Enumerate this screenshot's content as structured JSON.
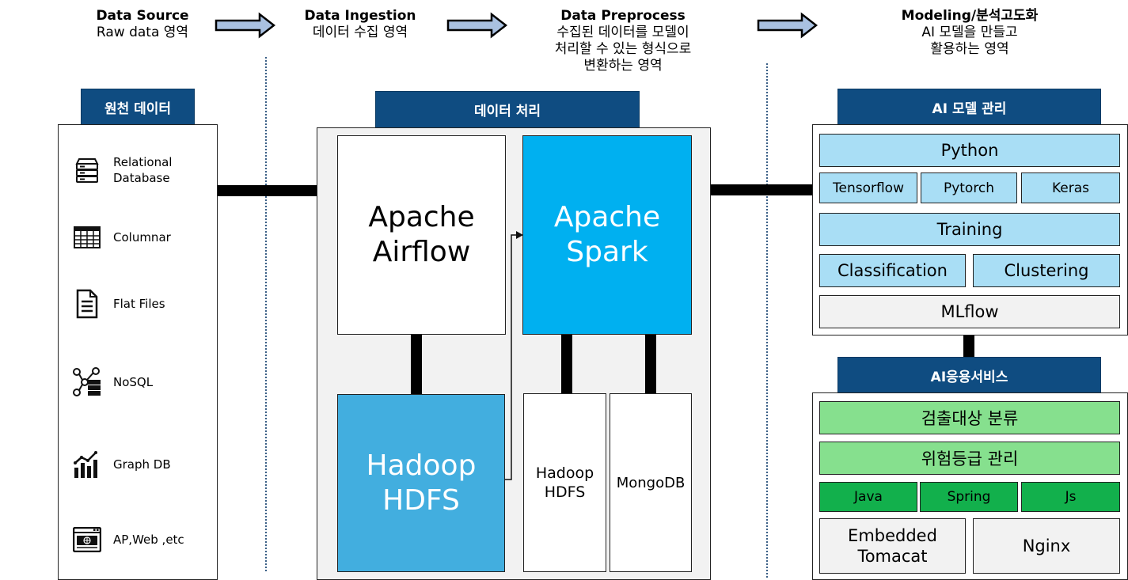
{
  "stages": [
    {
      "title": "Data Source",
      "desc": "Raw data 영역"
    },
    {
      "title": "Data Ingestion",
      "desc": "데이터 수집 영역"
    },
    {
      "title": "Data Preprocess",
      "desc_lines": [
        "수집된 데이터를 모델이",
        "처리할 수 있는 형식으로",
        "변환하는 영역"
      ]
    },
    {
      "title": "Modeling/분석고도화",
      "desc_lines": [
        "AI 모델을 만들고",
        "활용하는 영역"
      ]
    }
  ],
  "source": {
    "tab": "원천 데이터",
    "items": [
      {
        "label": "Relational Database",
        "icon": "database-server-icon"
      },
      {
        "label": "Columnar",
        "icon": "table-grid-icon"
      },
      {
        "label": "Flat Files",
        "icon": "document-icon"
      },
      {
        "label": "NoSQL",
        "icon": "network-database-icon"
      },
      {
        "label": "Graph DB",
        "icon": "bar-chart-icon"
      },
      {
        "label": "AP,Web ,etc",
        "icon": "web-window-icon"
      }
    ]
  },
  "processing": {
    "tab": "데이터 처리",
    "airflow": "Apache Airflow",
    "spark": "Apache Spark",
    "hdfs_main": "Hadoop HDFS",
    "hdfs_small": "Hadoop HDFS",
    "mongodb": "MongoDB"
  },
  "model_mgmt": {
    "tab": "AI 모델 관리",
    "python": "Python",
    "frameworks": [
      "Tensorflow",
      "Pytorch",
      "Keras"
    ],
    "training": "Training",
    "classification": "Classification",
    "clustering": "Clustering",
    "mlflow": "MLflow"
  },
  "service": {
    "tab": "AI응용서비스",
    "detect": "검출대상 분류",
    "risk": "위험등급 관리",
    "stack": [
      "Java",
      "Spring",
      "Js"
    ],
    "embedded": "Embedded Tomacat",
    "nginx": "Nginx"
  },
  "colors": {
    "navy": "#0f4c81",
    "spark_blue": "#00b0f0",
    "hdfs_blue": "#42aedf",
    "light_blue": "#a9def5",
    "light_green": "#86e08e",
    "green": "#12b04c",
    "panel_gray": "#f2f2f2"
  }
}
